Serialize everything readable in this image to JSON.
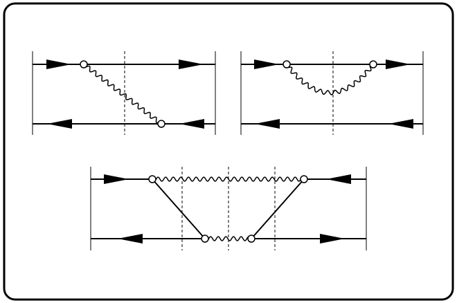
{
  "figure": {
    "stroke_color": "#000000",
    "background_color": "#ffffff",
    "diagrams": [
      {
        "id": "diagram-a",
        "description_shape": "vertex-on-top-line, wavy propagator diagonally down to bottom line",
        "top_arrows": [
          "right",
          "right"
        ],
        "bottom_arrows": [
          "left",
          "left"
        ],
        "vertex_count": 2
      },
      {
        "id": "diagram-b",
        "description_shape": "two vertices on top line connected by wavy arc below",
        "top_arrows": [
          "right",
          "right"
        ],
        "bottom_arrows": [
          "left",
          "left"
        ],
        "vertex_count": 2
      },
      {
        "id": "diagram-c",
        "description_shape": "four vertices, wavy line top and bottom, diagonal connections",
        "top_arrows": [
          "right",
          "left"
        ],
        "bottom_arrows": [
          "left",
          "right"
        ],
        "vertex_count": 4
      }
    ]
  }
}
